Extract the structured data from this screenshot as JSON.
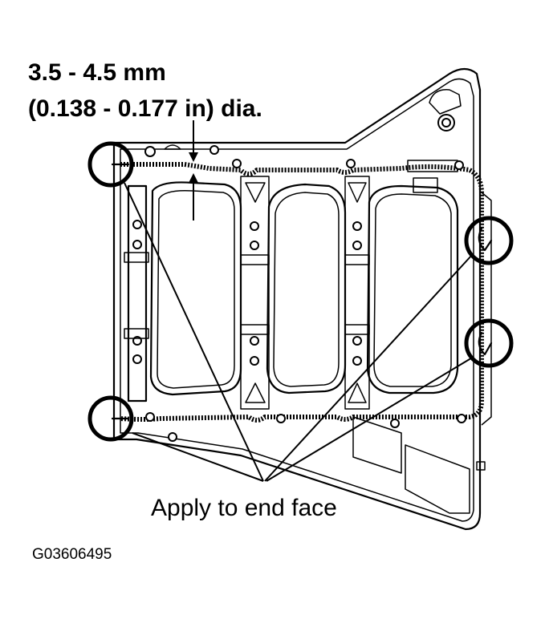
{
  "diagram": {
    "dimension_line1": "3.5 - 4.5 mm",
    "dimension_line2": "(0.138 - 0.177 in) dia.",
    "callout_label": "Apply to end face",
    "figure_code": "G03606495"
  },
  "colors": {
    "ink": "#000000",
    "background": "#ffffff"
  }
}
